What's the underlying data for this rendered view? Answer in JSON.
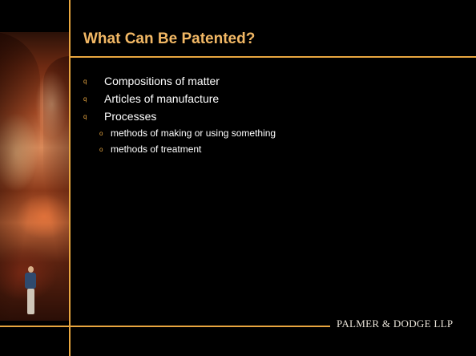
{
  "slide": {
    "title": "What Can Be Patented?",
    "items": [
      {
        "marker": "q",
        "text": "Compositions of matter"
      },
      {
        "marker": "q",
        "text": "Articles of manufacture"
      },
      {
        "marker": "q",
        "text": "Processes"
      }
    ],
    "subitems": [
      {
        "marker": "o",
        "text": "methods of making or using something"
      },
      {
        "marker": "o",
        "text": "methods of treatment"
      }
    ],
    "logo": "PALMER & DODGE LLP"
  },
  "colors": {
    "accent": "#e8a640",
    "title": "#f2b865",
    "background": "#000000",
    "text": "#ffffff"
  }
}
